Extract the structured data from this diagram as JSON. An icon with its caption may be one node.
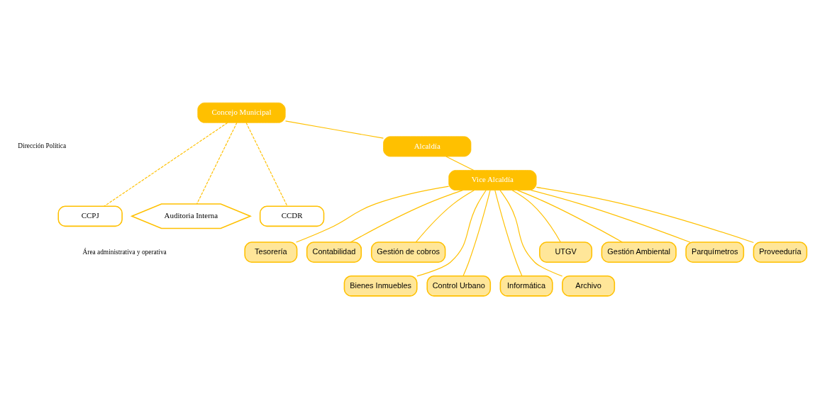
{
  "diagram": {
    "nodes": [
      {
        "text": [
          "Concejo Municipal"
        ]
      },
      {
        "text": [
          "Alcaldía"
        ]
      },
      {
        "text": [
          "Vice Alcaldía"
        ]
      },
      {
        "text": [
          "CCPJ"
        ]
      },
      {
        "text": [
          "Auditoria Interna"
        ]
      },
      {
        "text": [
          "CCDR"
        ]
      },
      {
        "text": [
          "UTGV"
        ]
      },
      {
        "text": [
          "Gestión Ambiental"
        ]
      },
      {
        "text": [
          "Parquímetros"
        ]
      },
      {
        "text": [
          "Proveeduría"
        ]
      },
      {
        "text": [
          "Tesorería"
        ]
      },
      {
        "text": [
          "Contabilidad"
        ]
      },
      {
        "text": [
          "Gestión de cobros"
        ]
      },
      {
        "text": [
          "Bienes Inmuebles"
        ]
      },
      {
        "text": [
          "Control Urbano"
        ]
      },
      {
        "text": [
          "Informática"
        ]
      },
      {
        "text": [
          "Archivo"
        ]
      }
    ],
    "edges": [
      {
        "from": 0,
        "to": 1,
        "arrow": "none"
      },
      {
        "from": 1,
        "to": 2,
        "arrow": "none"
      },
      {
        "from": 0,
        "to": 3,
        "arrow": "none",
        "style": "dashed"
      },
      {
        "from": 0,
        "to": 5,
        "arrow": "none",
        "style": "dashed"
      },
      {
        "from": 0,
        "to": 4,
        "arrow": "none",
        "style": "dashed"
      },
      {
        "from": 2,
        "to": 6,
        "arrow": "none"
      },
      {
        "from": 2,
        "to": 7,
        "arrow": "none"
      },
      {
        "from": 2,
        "to": 8,
        "arrow": "none"
      },
      {
        "from": 2,
        "to": 9,
        "arrow": "none"
      },
      {
        "from": 2,
        "to": 10,
        "arrow": "none"
      },
      {
        "from": 2,
        "to": 11,
        "arrow": "none"
      },
      {
        "from": 2,
        "to": 12,
        "arrow": "none"
      },
      {
        "from": 2,
        "to": 13,
        "arrow": "none"
      },
      {
        "from": 2,
        "to": 14,
        "arrow": "none"
      },
      {
        "from": 2,
        "to": 15,
        "arrow": "none"
      },
      {
        "from": 2,
        "to": 16,
        "arrow": "none"
      }
    ],
    "labels": [
      "Dirección Política",
      "Área administrativa y operativa"
    ]
  }
}
